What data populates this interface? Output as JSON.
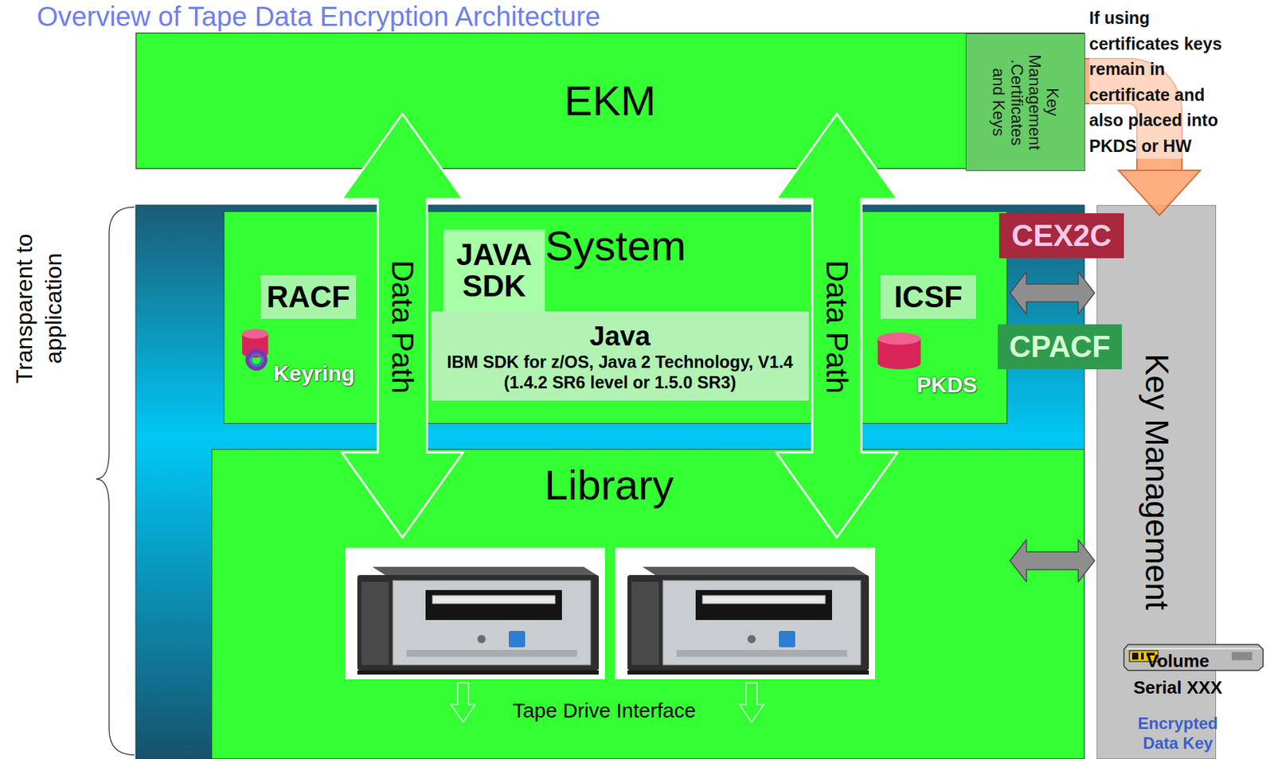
{
  "diagram": {
    "title": "Overview of Tape Data Encryption Architecture",
    "nodes": [
      {
        "text": [
          "EKM"
        ]
      },
      {
        "text": [
          "Key Management .Certificates and Keys"
        ],
        "in": 0
      },
      {
        "text": [
          "System"
        ]
      },
      {
        "text": [
          "RACF"
        ],
        "in": 2
      },
      {
        "text": [
          "JAVA SDK"
        ],
        "in": 2
      },
      {
        "text": [
          "Java",
          "IBM SDK for z/OS, Java 2 Technology, V1.4 (1.4.2 SR6 level or 1.5.0 SR3)"
        ],
        "in": 2
      },
      {
        "text": [
          "ICSF"
        ],
        "in": 2
      },
      {
        "text": [
          "CEX2C"
        ]
      },
      {
        "text": [
          "CPACF"
        ]
      },
      {
        "text": [
          "Library"
        ]
      },
      {
        "text": [
          "Key Management"
        ]
      }
    ],
    "edges": [
      {
        "from": 0,
        "to": 9,
        "arrow": "both",
        "label": "Data Path"
      },
      {
        "from": 0,
        "to": 9,
        "arrow": "both",
        "label": "Data Path"
      },
      {
        "from": 1,
        "to": 10,
        "arrow": "to",
        "label": "If using certificates keys remain in certificate and also placed into PKDS or HW"
      },
      {
        "from": 2,
        "to": 10,
        "arrow": "both"
      },
      {
        "from": 9,
        "to": 10,
        "arrow": "both"
      }
    ],
    "labels": [
      "Keyring",
      "PKDS",
      "Tape Drive Interface",
      "Transparent to application",
      "Volume Serial XXX",
      "Encrypted Data Key"
    ]
  }
}
